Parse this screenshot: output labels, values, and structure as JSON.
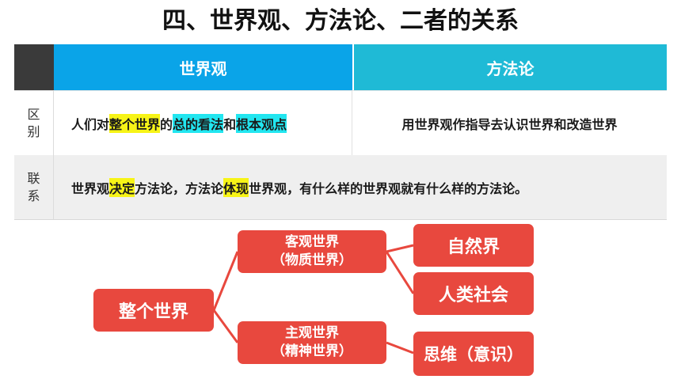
{
  "title": "四、世界观、方法论、二者的关系",
  "table": {
    "headers": [
      "世界观",
      "方法论"
    ],
    "rows": [
      {
        "label": [
          "区",
          "别"
        ],
        "worldview": {
          "t1": "人们对",
          "h1": "整个世界",
          "t2": "的",
          "h2": "总的看法",
          "t3": "和",
          "h3": "根本观点"
        },
        "methodology": "用世界观作指导去认识世界和改造世界"
      },
      {
        "label": [
          "联",
          "系"
        ],
        "relation": {
          "t1": "世界观",
          "h1": "决定",
          "t2": "方法论，方法论",
          "h2": "体现",
          "t3": "世界观，有什么样的世界观就有什么样的方法论。"
        }
      }
    ]
  },
  "diagram": {
    "root": "整个世界",
    "objective": {
      "line1": "客观世界",
      "line2": "（物质世界）"
    },
    "subjective": {
      "line1": "主观世界",
      "line2": "（精神世界）"
    },
    "nature": "自然界",
    "society": "人类社会",
    "thought": "思维（意识）"
  },
  "colors": {
    "header_worldview": "#0aa4e8",
    "header_methodology": "#1fbad6",
    "highlight_yellow": "#f7f417",
    "highlight_cyan": "#22e6f0",
    "box_red": "#e8483e"
  }
}
